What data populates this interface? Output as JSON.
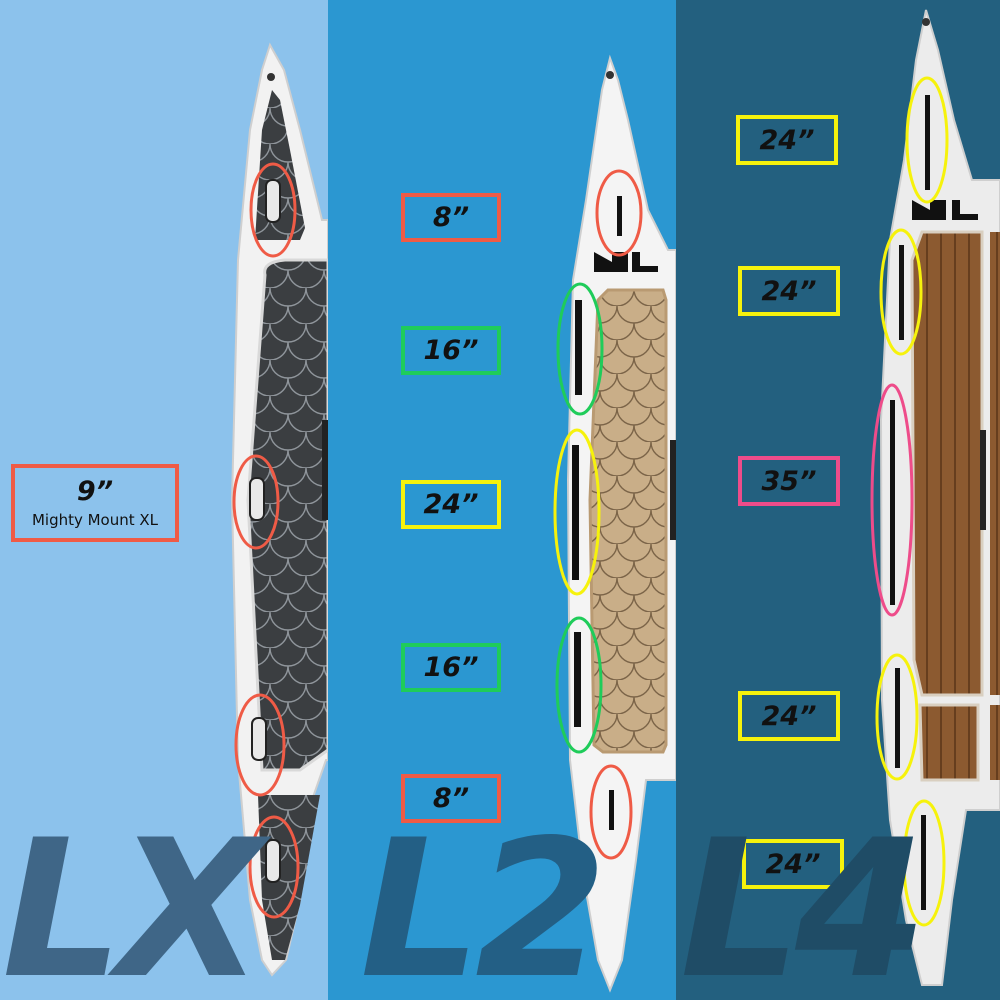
{
  "colors": {
    "panel_lx": "#8cc2ec",
    "panel_l2": "#2b97d1",
    "panel_l4": "#23607f",
    "red": "#ef5b46",
    "green": "#1fcc5a",
    "yellow": "#f6f20c",
    "pink": "#ee4c8a",
    "text_lx": "#3f6687",
    "text_l2": "#235f85",
    "text_l4": "#1f4c66"
  },
  "panels": [
    {
      "model": "LX",
      "labels": [
        {
          "value": "9”",
          "sub": "Mighty Mount XL",
          "color": "red"
        }
      ]
    },
    {
      "model": "L2",
      "labels": [
        {
          "value": "8”",
          "color": "red"
        },
        {
          "value": "16”",
          "color": "green"
        },
        {
          "value": "24”",
          "color": "yellow"
        },
        {
          "value": "16”",
          "color": "green"
        },
        {
          "value": "8”",
          "color": "red"
        }
      ]
    },
    {
      "model": "L4",
      "labels": [
        {
          "value": "24”",
          "color": "yellow"
        },
        {
          "value": "24”",
          "color": "yellow"
        },
        {
          "value": "35”",
          "color": "pink"
        },
        {
          "value": "24”",
          "color": "yellow"
        },
        {
          "value": "24”",
          "color": "yellow"
        }
      ]
    }
  ]
}
